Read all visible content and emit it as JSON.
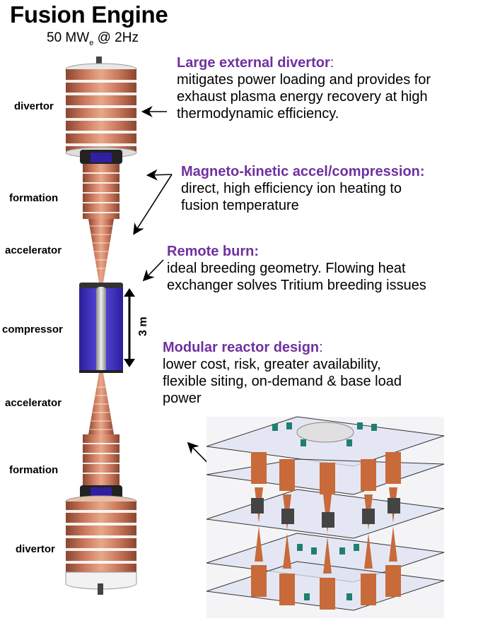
{
  "title": "Fusion Engine",
  "subtitle": {
    "prefix": "50 MW",
    "subscript": "e",
    "suffix": " @ 2Hz"
  },
  "colors": {
    "accent_heading": "#7030a0",
    "coil_copper": "#c8765a",
    "compressor_blue": "#4b3bd0"
  },
  "engine_labels": [
    "divertor",
    "formation",
    "accelerator",
    "compressor",
    "accelerator",
    "formation",
    "divertor"
  ],
  "dimension_label": "3 m",
  "callouts": [
    {
      "heading": "Large external divertor",
      "heading_suffix": ":",
      "lines": [
        "mitigates power loading and provides for",
        "exhaust plasma energy recovery at high",
        "thermodynamic efficiency."
      ]
    },
    {
      "heading": "Magneto-kinetic accel/compression:",
      "heading_suffix": "",
      "lines": [
        "direct, high efficiency ion heating to",
        "fusion temperature"
      ]
    },
    {
      "heading": "Remote burn:",
      "heading_suffix": "",
      "lines": [
        "ideal breeding geometry. Flowing heat",
        "exchanger solves Tritium breeding issues"
      ]
    },
    {
      "heading": "Modular reactor design",
      "heading_suffix": ":",
      "lines": [
        "lower cost, risk,  greater availability,",
        "flexible siting, on-demand & base load",
        "power"
      ]
    }
  ]
}
